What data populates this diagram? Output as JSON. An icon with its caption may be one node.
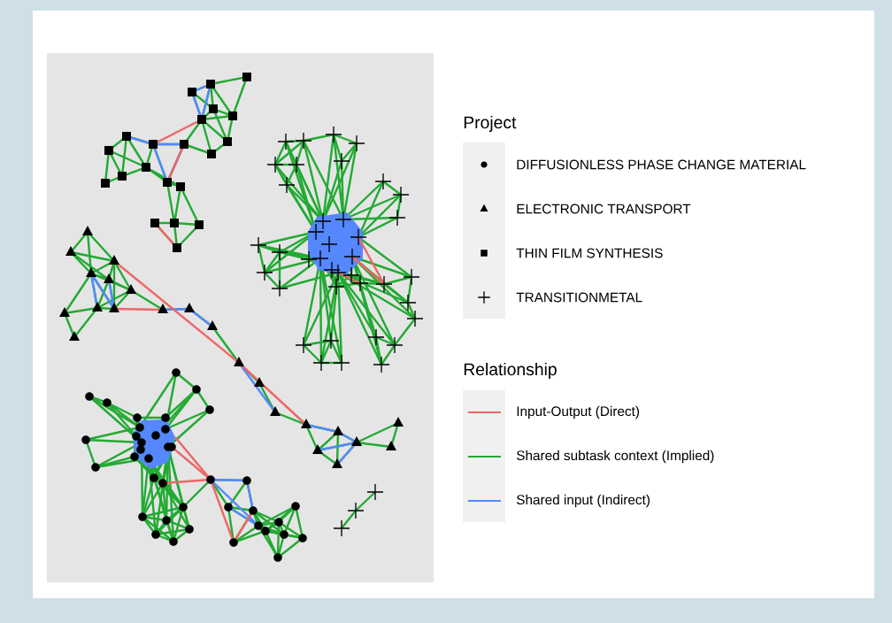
{
  "diagram": {
    "labels": [
      "Project",
      "Relationship"
    ],
    "legend": [
      {
        "text": "DIFFUSIONLESS PHASE CHANGE MATERIAL"
      },
      {
        "text": "ELECTRONIC TRANSPORT"
      },
      {
        "text": "THIN FILM SYNTHESIS"
      },
      {
        "text": "TRANSITIONMETAL"
      },
      {
        "text": "Input-Output (Direct)"
      },
      {
        "text": "Shared subtask context (Implied)"
      },
      {
        "text": "Shared input (Indirect)"
      }
    ]
  }
}
